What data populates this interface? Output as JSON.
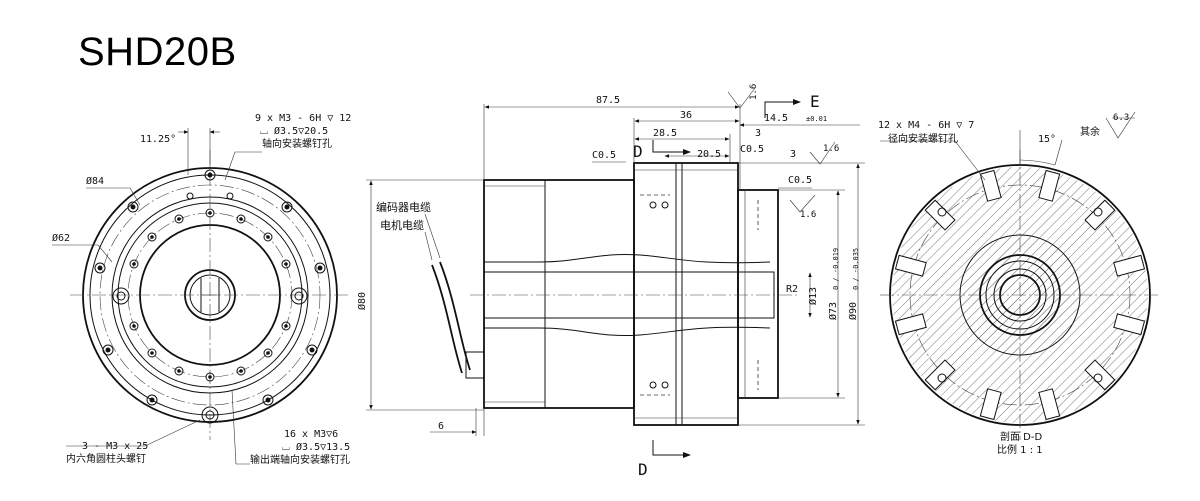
{
  "title": "SHD20B",
  "front_view": {
    "angle_label": "11.25°",
    "dia_outer": "Ø84",
    "dia_inner": "Ø62",
    "axial_holes_line1": "9 x M3 - 6H ▽ 12",
    "axial_holes_line2": "⌴ Ø3.5▽20.5",
    "axial_holes_line3": "轴向安装螺钉孔",
    "screws_line1": "3 - M3 x 25",
    "screws_line2": "内六角圆柱头螺钉",
    "output_holes_line1": "16 x M3▽6",
    "output_holes_line2": "⌴ Ø3.5▽13.5",
    "output_holes_line3": "输出端轴向安装螺钉孔"
  },
  "side_view": {
    "dim_total": "87.5",
    "dim_36": "36",
    "dim_28_5": "28.5",
    "dim_3a": "3",
    "dim_20_5": "20.5",
    "dim_3b": "3",
    "dim_14_5": "14.5",
    "tol_14_5": "±0.01",
    "chamfer_left": "C0.5",
    "chamfer_mid": "C0.5",
    "chamfer_right": "C0.5",
    "rough_top": "1.6",
    "rough_right": "1.6",
    "rough_small": "1.6",
    "section_marker": "D",
    "datum": "E",
    "encoder_cable": "编码器电缆",
    "motor_cable": "电机电缆",
    "dia_80": "Ø80",
    "r2": "R2",
    "dia_13": "Ø13",
    "dia_73": "Ø73",
    "tol_73": "0 / -0.019",
    "dia_90": "Ø90",
    "tol_90": "0 / -0.035",
    "dim_6": "6"
  },
  "section_view": {
    "radial_holes_line1": "12 x M4 - 6H ▽ 7",
    "radial_holes_line2": "径向安装螺钉孔",
    "angle": "15°",
    "rest_label": "其余",
    "rough_rest": "6.3",
    "section_name": "剖面 D-D",
    "scale": "比例 1 : 1"
  }
}
